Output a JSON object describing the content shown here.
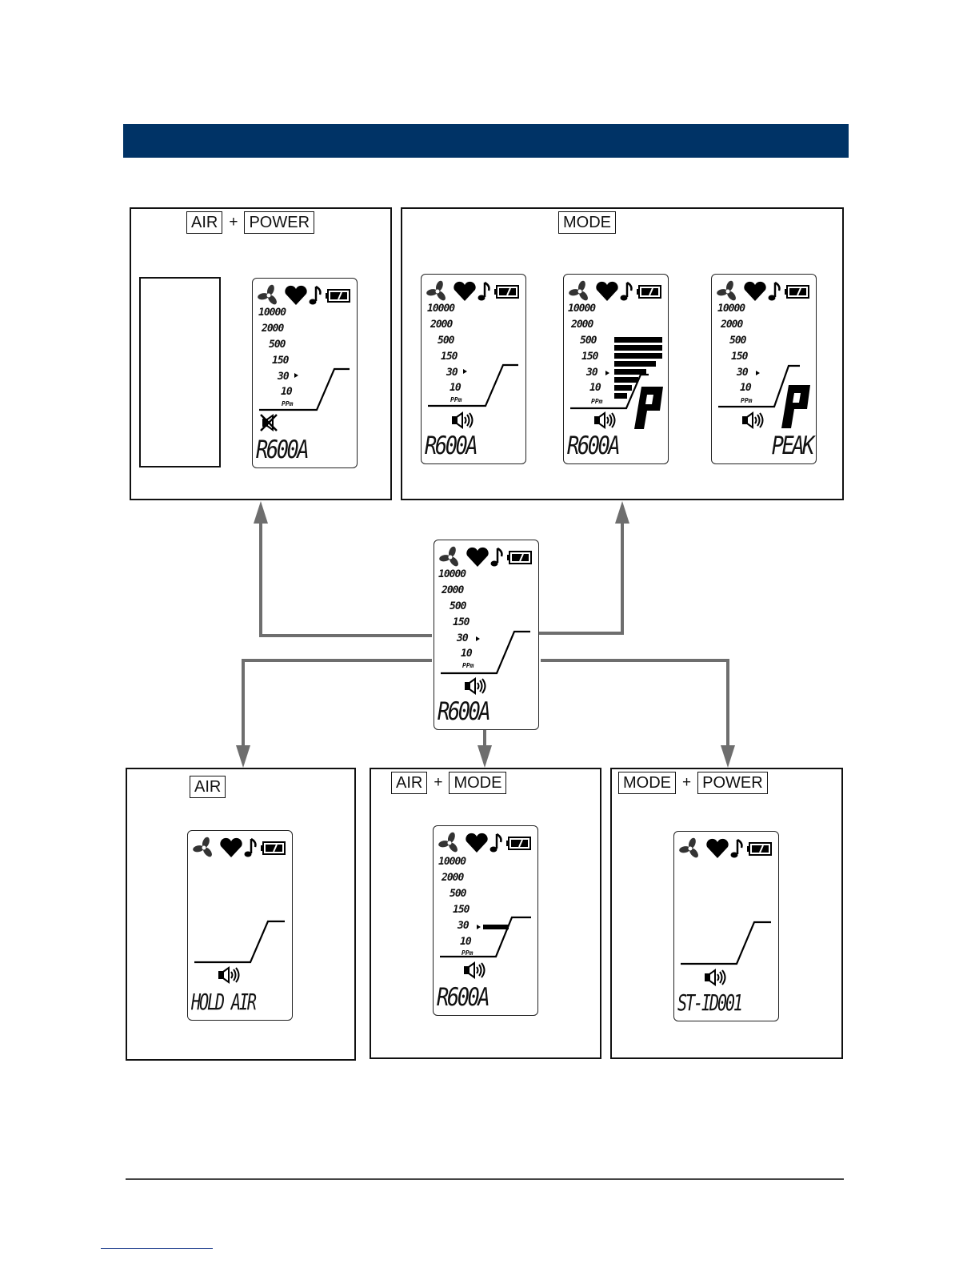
{
  "keys": {
    "air": "AIR",
    "power": "POWER",
    "mode": "MODE",
    "plus": "+"
  },
  "scale": {
    "v10000": "10000",
    "v2000": "2000",
    "v500": "500",
    "v150": "150",
    "v30": "30",
    "v10": "10",
    "unit": "PPm"
  },
  "displays": {
    "power_muted": "R600A",
    "mode_normal": "R600A",
    "mode_bargraph": "R600A",
    "mode_peak": "PEAK",
    "center": "R600A",
    "hold_air": "HOLD AIR",
    "air_mode": "R600A",
    "serial": "ST-ID001"
  },
  "peak_symbol": "P",
  "colors": {
    "header": "#003366",
    "arrow": "#6e6e6e"
  },
  "icons": [
    "fan-icon",
    "heart-icon",
    "music-note-icon",
    "battery-icon",
    "speaker-icon",
    "speaker-muted-icon",
    "arrow-icon"
  ]
}
